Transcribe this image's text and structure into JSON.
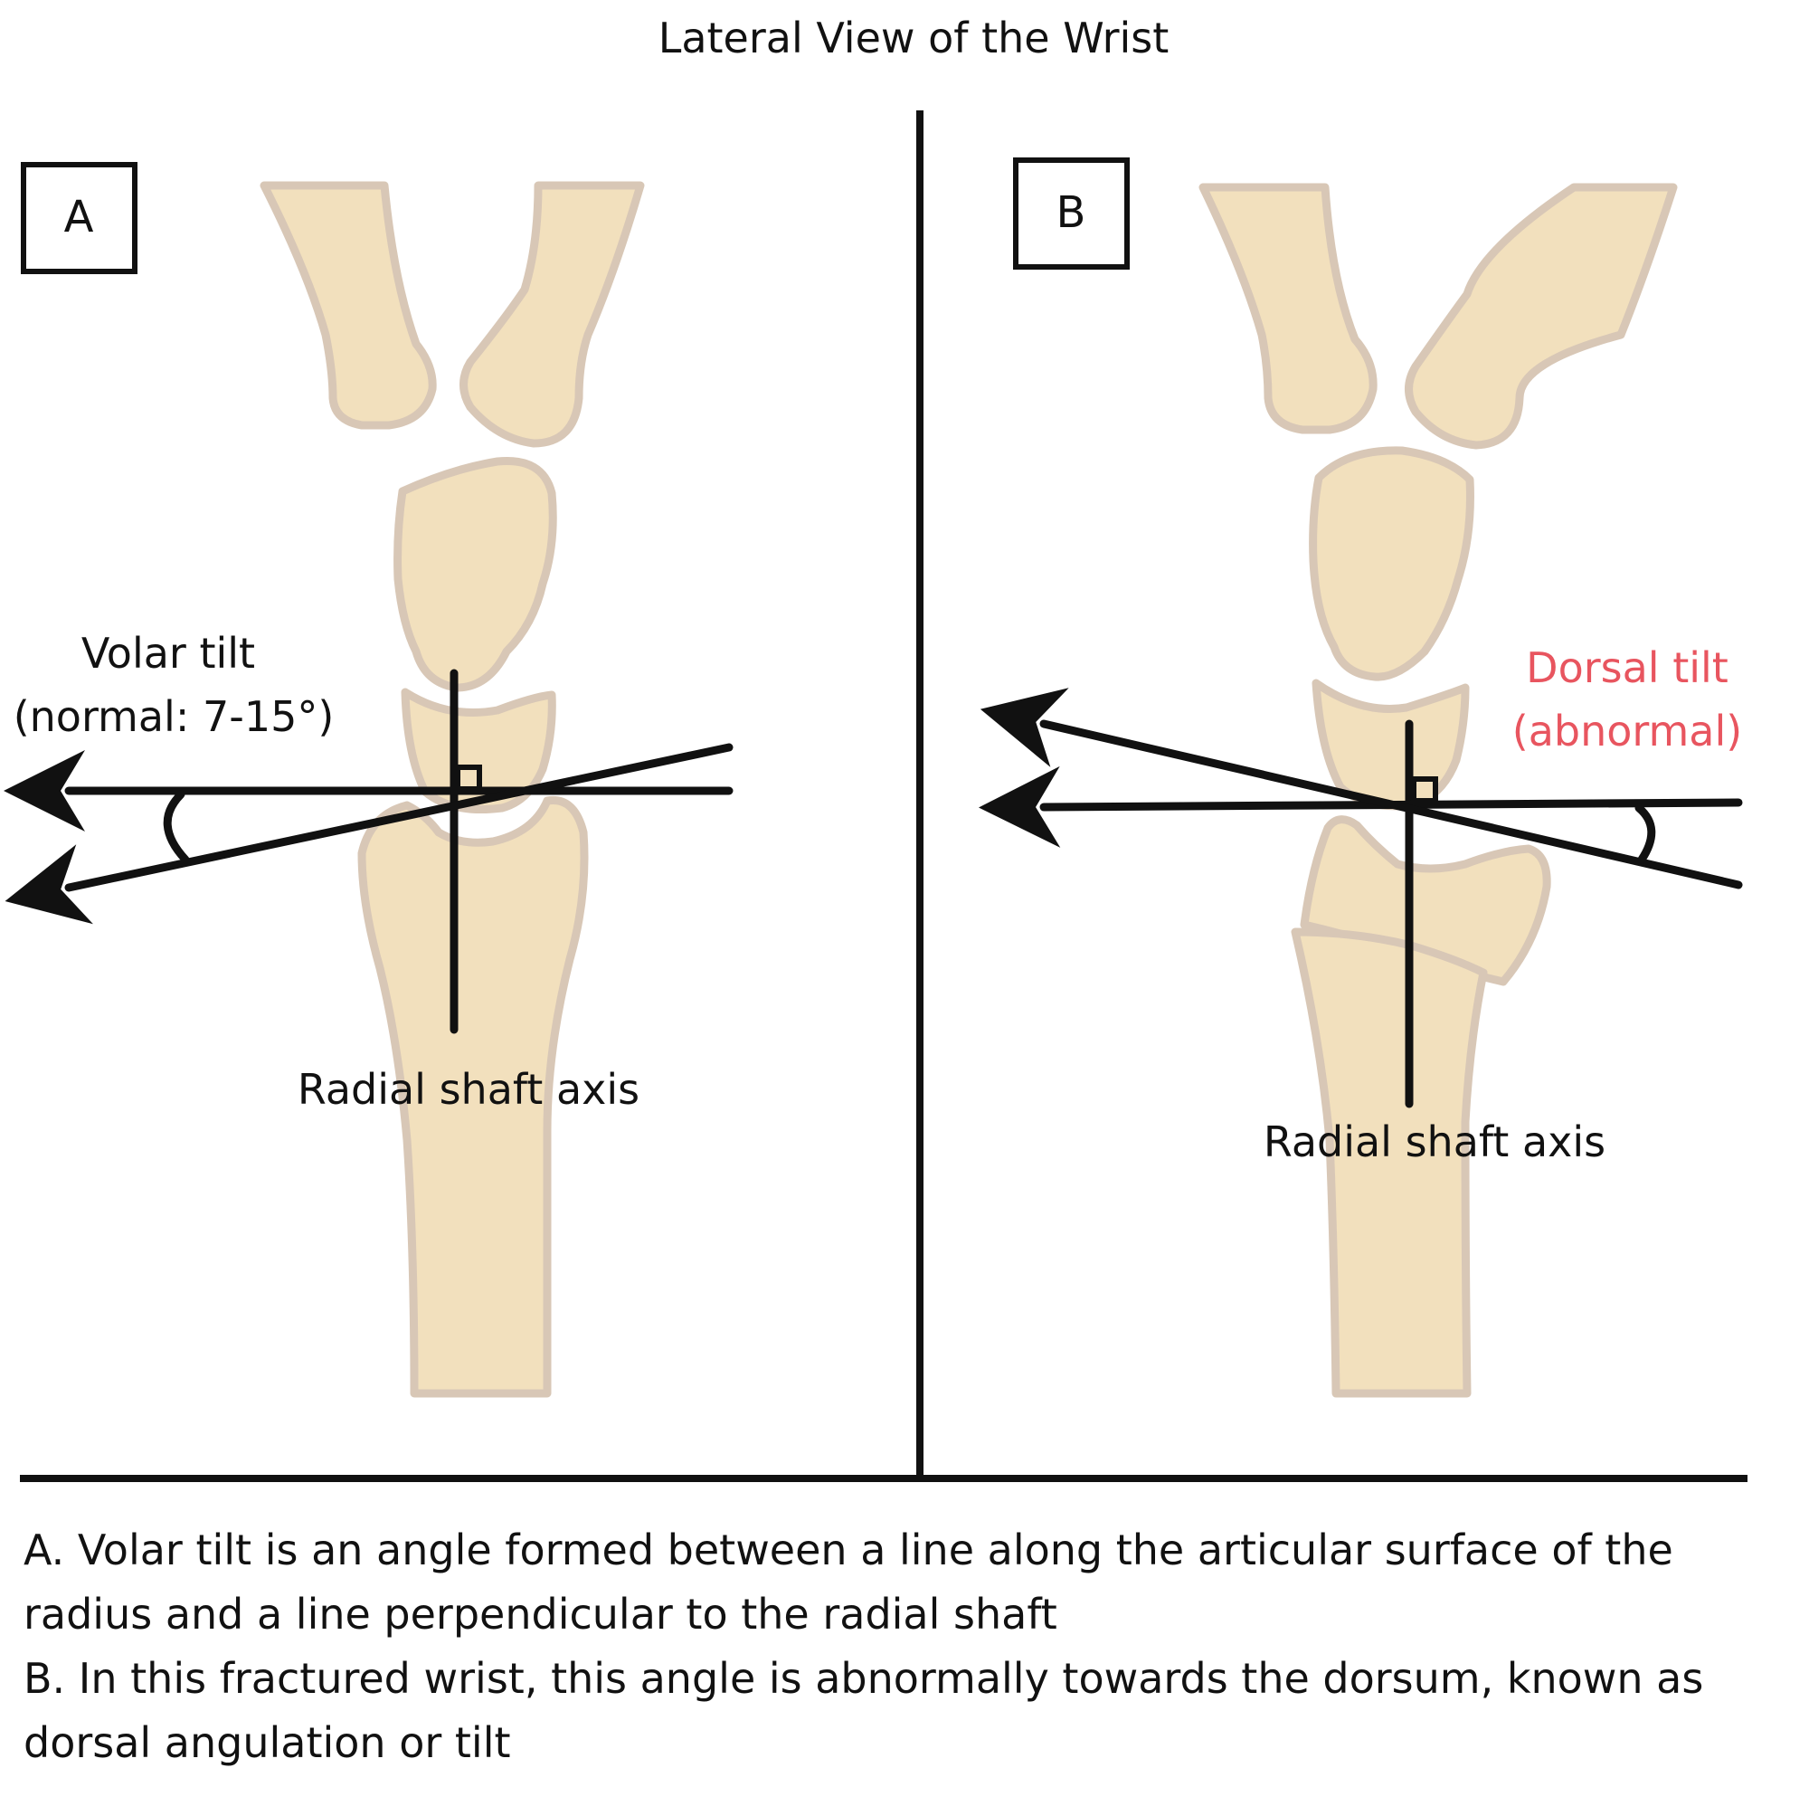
{
  "title": "Lateral View of the Wrist",
  "panels": [
    {
      "label": "A",
      "tilt_label_line1": "Volar tilt",
      "tilt_label_line2": "(normal: 7-15°)",
      "axis_label": "Radial shaft axis"
    },
    {
      "label": "B",
      "tilt_label_line1": "Dorsal tilt",
      "tilt_label_line2": "(abnormal)",
      "axis_label": "Radial shaft axis"
    }
  ],
  "caption": {
    "line_a": "A. Volar tilt is an angle formed between a line along the articular surface of the radius and a line perpendicular to the radial shaft",
    "line_b": "B. In this fractured wrist, this angle is abnormally towards the dorsum, known as dorsal angulation or tilt"
  },
  "colors": {
    "bone_fill": "#f2e0bd",
    "bone_outline": "#d8c7b6",
    "ink": "#111111",
    "abnormal": "#e8555f"
  }
}
